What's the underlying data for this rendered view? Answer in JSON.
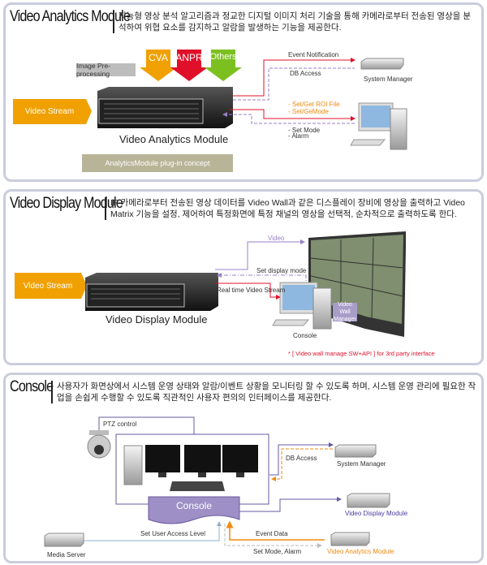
{
  "analytics": {
    "title": "Video Analytics Module",
    "description": "지능형 영상 분석 알고리즘과 정교한 디지털 이미지 처리 기술을 통해 카메라로부터 전송된 영상을 분석하여 위협 요소를 감지하고 알람을 발생하는 기능을 제공한다.",
    "plugins": [
      "CVA",
      "ANPR",
      "Others"
    ],
    "preprocessing": "Image Pre-processing",
    "input": "Video Stream",
    "device_label": "Video Analytics Module",
    "concept": "AnalyticsModule plug-in concept",
    "event_notification": "Event Notification",
    "db_access": "DB Access",
    "system_manager": "System Manager",
    "roi": "- Set/Get ROI File",
    "gemode": "- Set/GeMode",
    "set_mode": "- Set Mode",
    "alarm": "- Alarm",
    "colors": {
      "cva": "#f0a000",
      "anpr": "#e0102a",
      "others": "#7cc020"
    }
  },
  "display": {
    "title": "Video Display Module",
    "description": "IP 카메라로부터 전송된 영상 데이터를 Video Wall과 같은 디스플레이 장비에 영상을 출력하고 Video Matrix 기능을 설정, 제어하여 특정화면에 특정 채널의 영상을 선택적, 순차적으로 출력하도록 한다.",
    "input": "Video Stream",
    "device_label": "Video Display Module",
    "video": "Video",
    "set_display_mode": "Set display mode",
    "realtime": "Real time Video Stream",
    "console": "Console",
    "vw_manager": "Video Wall Manager",
    "note": "* [ Video wall manage SW+API ] for 3rd party interface"
  },
  "console": {
    "title": "Console",
    "description": "사용자가 화면상에서 시스템 운영 상태와 알람/이벤트 상황을 모니터링 할 수 있도록 하며, 시스템 운영 관리에 필요한 작업을 손쉽게 수행할 수 있도록 직관적인 사용자 편의의 인터페이스를 제공한다.",
    "ptz": "PTZ control",
    "banner": "Console",
    "db_access": "DB Access",
    "system_manager": "System Manager",
    "video_display": "Video Display Module",
    "media_server": "Media Server",
    "user_access": "Set User Access Level",
    "event_data": "Event Data",
    "set_mode_alarm": "Set Mode, Alarm",
    "video_analytics": "Video Analytics Module"
  }
}
